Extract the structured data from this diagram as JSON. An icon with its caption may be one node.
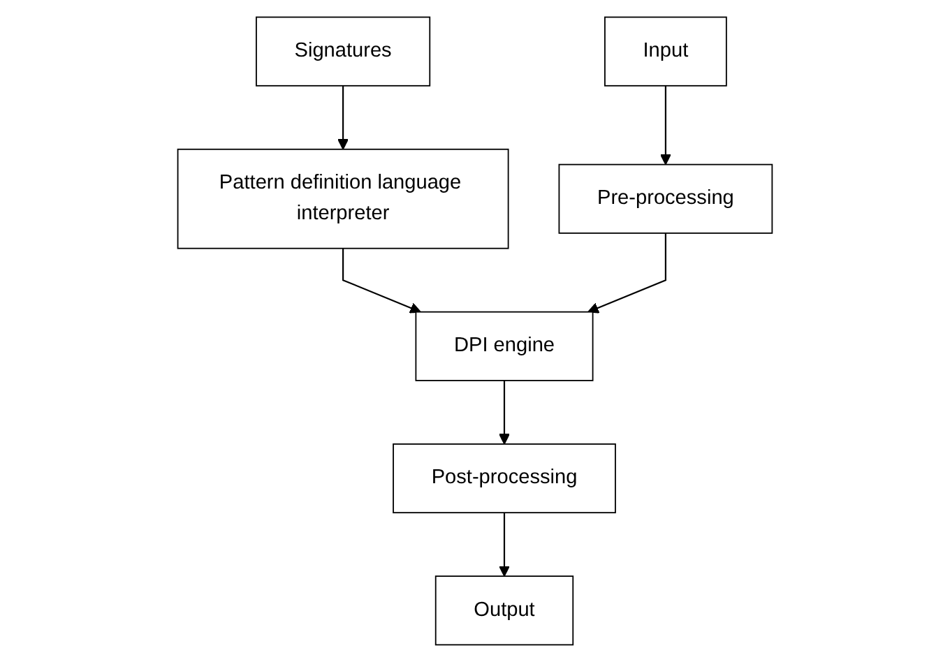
{
  "diagram": {
    "nodes": [
      {
        "text": [
          "Signatures"
        ]
      },
      {
        "text": [
          "Input"
        ]
      },
      {
        "text": [
          "Pattern definition language interpreter"
        ]
      },
      {
        "text": [
          "Output"
        ]
      },
      {
        "text": [
          "Pre-processing"
        ]
      },
      {
        "text": [
          "Post-processing"
        ]
      },
      {
        "text": [
          "DPI engine"
        ]
      }
    ],
    "edges": [
      {
        "from": 0,
        "to": 2,
        "arrow": "to"
      },
      {
        "from": 1,
        "to": 4,
        "arrow": "to"
      },
      {
        "from": 2,
        "to": 6,
        "arrow": "to"
      },
      {
        "from": 4,
        "to": 6,
        "arrow": "to"
      },
      {
        "from": 6,
        "to": 5,
        "arrow": "to"
      },
      {
        "from": 5,
        "to": 3,
        "arrow": "to"
      }
    ]
  }
}
